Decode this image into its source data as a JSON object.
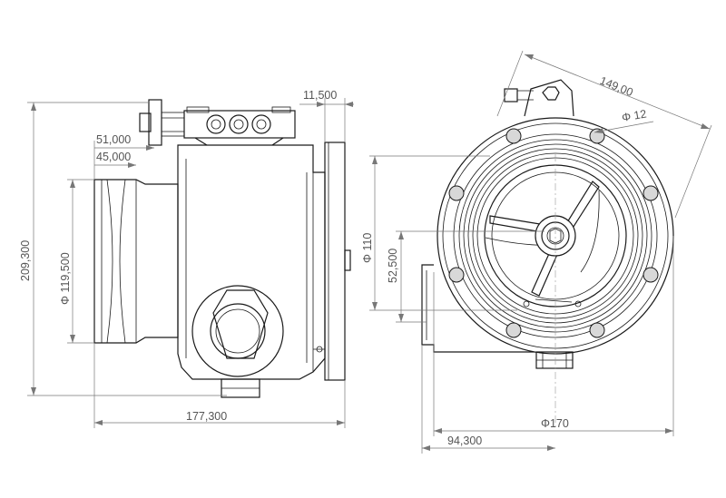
{
  "colors": {
    "part_line": "#1a1a1a",
    "dimension_line": "#777777",
    "dimension_text": "#555555",
    "background": "#ffffff",
    "hole_fill": "#d8d8d8"
  },
  "side_view": {
    "dims": {
      "overall_height": "209,300",
      "bore_diameter": "Φ 119,500",
      "offset_51": "51,000",
      "offset_45": "45,000",
      "flange_thickness": "11,500",
      "overall_length": "177,300"
    }
  },
  "front_view": {
    "dims": {
      "diagonal": "149,00",
      "hole_diameter": "Φ 12",
      "inner_diameter": "Φ 110",
      "offset_52": "52,500",
      "outer_diameter": "Φ170",
      "offset_94": "94,300"
    }
  }
}
